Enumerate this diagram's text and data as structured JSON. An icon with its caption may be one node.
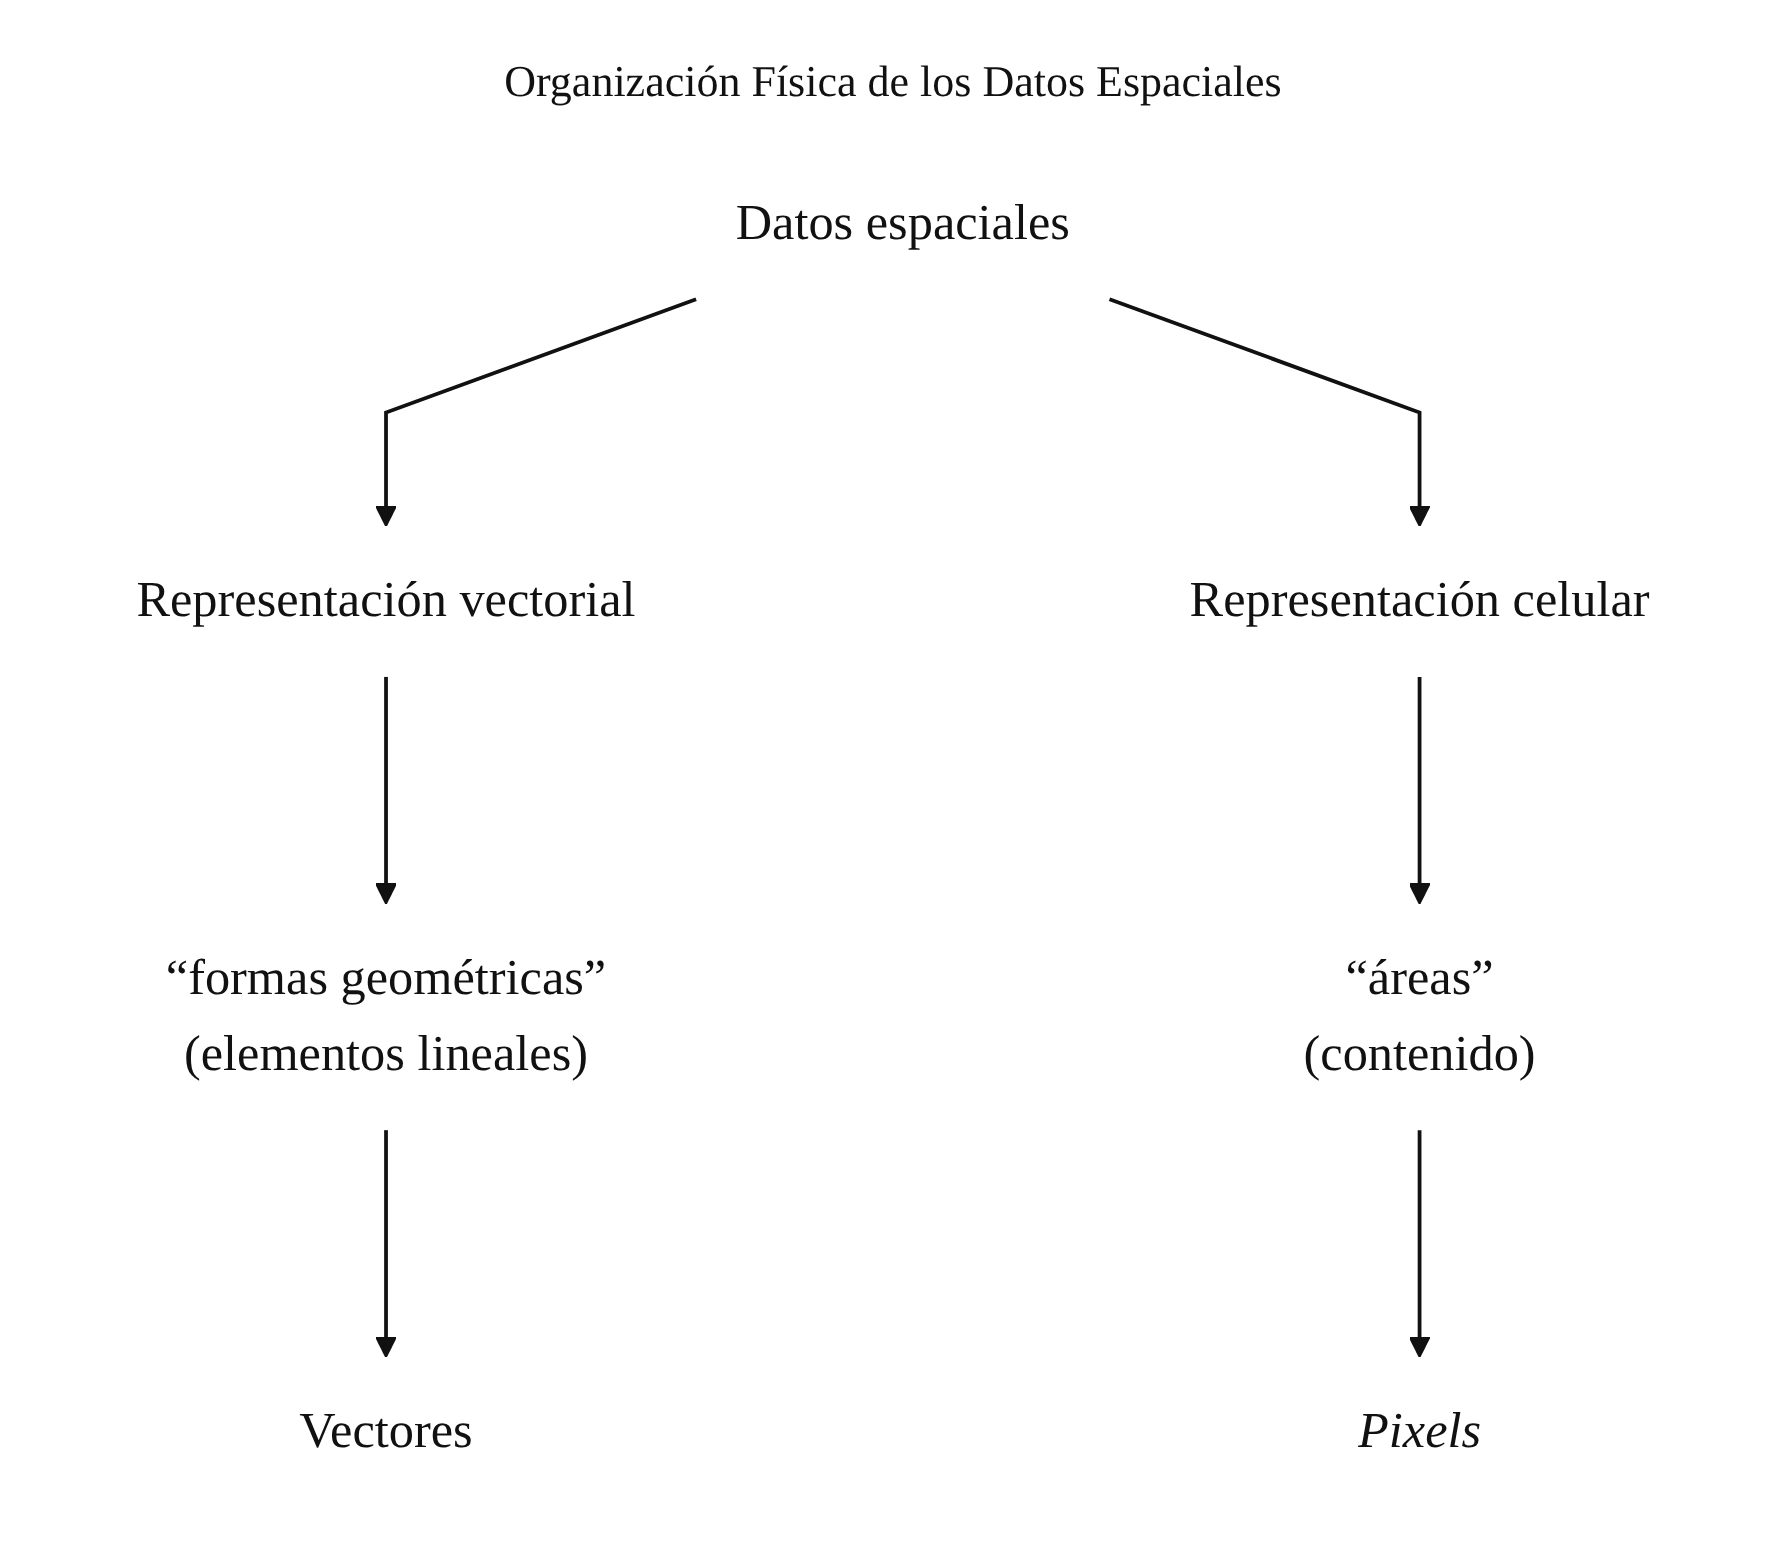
{
  "diagram": {
    "title": "Organización Física de los Datos Espaciales",
    "nodes": [
      {
        "text": [
          "Datos espaciales"
        ]
      },
      {
        "text": [
          "Representación vectorial"
        ]
      },
      {
        "text": [
          "Representación celular"
        ]
      },
      {
        "text": [
          "“formas geométricas”",
          "(elementos lineales)"
        ]
      },
      {
        "text": [
          "“áreas”",
          "(contenido)"
        ]
      },
      {
        "text": [
          "Vectores"
        ]
      },
      {
        "text": [
          "Pixels"
        ]
      }
    ],
    "edges": [
      {
        "from": 0,
        "to": 1,
        "arrow": "to"
      },
      {
        "from": 0,
        "to": 2,
        "arrow": "to"
      },
      {
        "from": 1,
        "to": 3,
        "arrow": "to"
      },
      {
        "from": 2,
        "to": 4,
        "arrow": "to"
      },
      {
        "from": 3,
        "to": 5,
        "arrow": "to"
      },
      {
        "from": 4,
        "to": 6,
        "arrow": "to"
      }
    ]
  }
}
